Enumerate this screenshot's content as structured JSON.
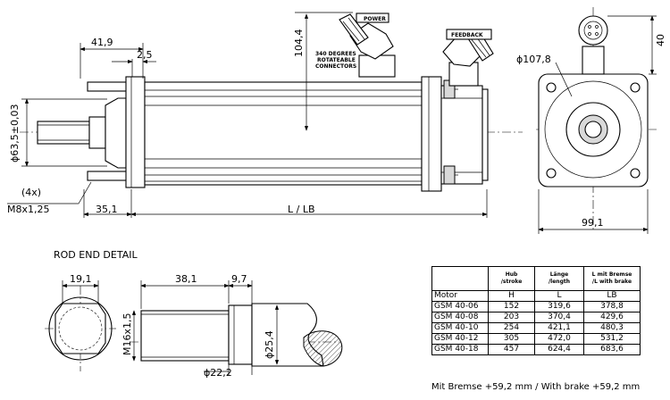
{
  "dimensions": {
    "d419": "41,9",
    "d25": "2,5",
    "d1044": "104,4",
    "d635": "ϕ63,5±0,03",
    "bolt_count": "(4x)",
    "bolt": "M8x1,25",
    "d351": "35,1",
    "len": "L / LB",
    "d1078": "ϕ107,8",
    "d40": "40",
    "d991": "99,1",
    "d191": "19,1",
    "d381": "38,1",
    "d97": "9,7",
    "thread": "M16x1,5",
    "d254": "ϕ25,4",
    "d222": "ϕ22,2"
  },
  "labels": {
    "power": "POWER",
    "feedback": "FEEDBACK",
    "rot1": "340 DEGREES",
    "rot2": "ROTATEABLE",
    "rot3": "CONNECTORS",
    "rod_end": "ROD END DETAIL"
  },
  "table": {
    "headers": {
      "hub": "Hub\n/stroke",
      "laenge": "Länge\n/length",
      "brake": "L mit Bremse\n/L with brake"
    },
    "unit_row": {
      "motor": "Motor",
      "h": "H",
      "l": "L",
      "lb": "LB"
    },
    "rows": [
      {
        "motor": "GSM 40-06",
        "h": "152",
        "l": "319,6",
        "lb": "378,8"
      },
      {
        "motor": "GSM 40-08",
        "h": "203",
        "l": "370,4",
        "lb": "429,6"
      },
      {
        "motor": "GSM 40-10",
        "h": "254",
        "l": "421,1",
        "lb": "480,3"
      },
      {
        "motor": "GSM 40-12",
        "h": "305",
        "l": "472,0",
        "lb": "531,2"
      },
      {
        "motor": "GSM 40-18",
        "h": "457",
        "l": "624,4",
        "lb": "683,6"
      }
    ]
  },
  "note": "Mit Bremse +59,2 mm / With brake +59,2 mm"
}
